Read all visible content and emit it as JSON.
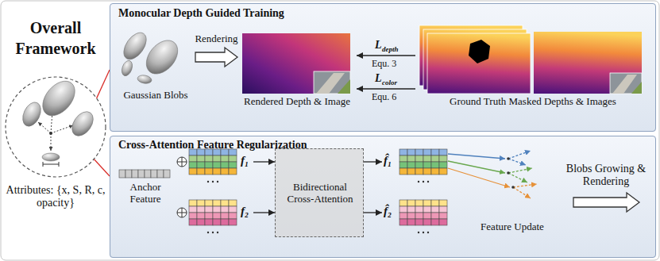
{
  "diagram": {
    "title": "Overall Framework",
    "nodes": [
      {
        "text": [
          "Attributes: {x, S, R, c, opacity}"
        ]
      },
      {
        "text": [
          "Monocular Depth Guided Training"
        ]
      },
      {
        "text": [
          "Gaussian Blobs"
        ],
        "in": 1
      },
      {
        "text": [
          "Rendered Depth & Image"
        ],
        "in": 1
      },
      {
        "text": [
          "Ground Truth Masked Depths & Images"
        ],
        "in": 1
      },
      {
        "text": [
          "Cross-Attention Feature Regularization"
        ]
      },
      {
        "text": [
          "Anchor Feature"
        ],
        "in": 5
      },
      {
        "text": [
          "f₁"
        ],
        "in": 5
      },
      {
        "text": [
          "f₂"
        ],
        "in": 5
      },
      {
        "text": [
          "Bidirectional Cross-Attention"
        ],
        "in": 5
      },
      {
        "text": [
          "f̂₁"
        ],
        "in": 5
      },
      {
        "text": [
          "f̂₂"
        ],
        "in": 5
      },
      {
        "text": [
          "Feature Update"
        ],
        "in": 5
      }
    ],
    "edges": [
      {
        "from": 0,
        "to": 1,
        "arrow": "none"
      },
      {
        "from": 0,
        "to": 5,
        "arrow": "none"
      },
      {
        "from": 2,
        "to": 3,
        "label": "Rendering",
        "arrow": "to"
      },
      {
        "from": 4,
        "to": 3,
        "arrow": "to"
      },
      {
        "from": 4,
        "to": 3,
        "arrow": "to"
      },
      {
        "from": 7,
        "to": 9,
        "arrow": "to"
      },
      {
        "from": 8,
        "to": 9,
        "arrow": "to"
      },
      {
        "from": 9,
        "to": 10,
        "arrow": "to"
      },
      {
        "from": 9,
        "to": 11,
        "arrow": "to"
      }
    ],
    "labels": [
      "L",
      "depth",
      "Equ. 3",
      "L",
      "color",
      "Equ. 6",
      "Blobs Growing & Rendering"
    ]
  }
}
